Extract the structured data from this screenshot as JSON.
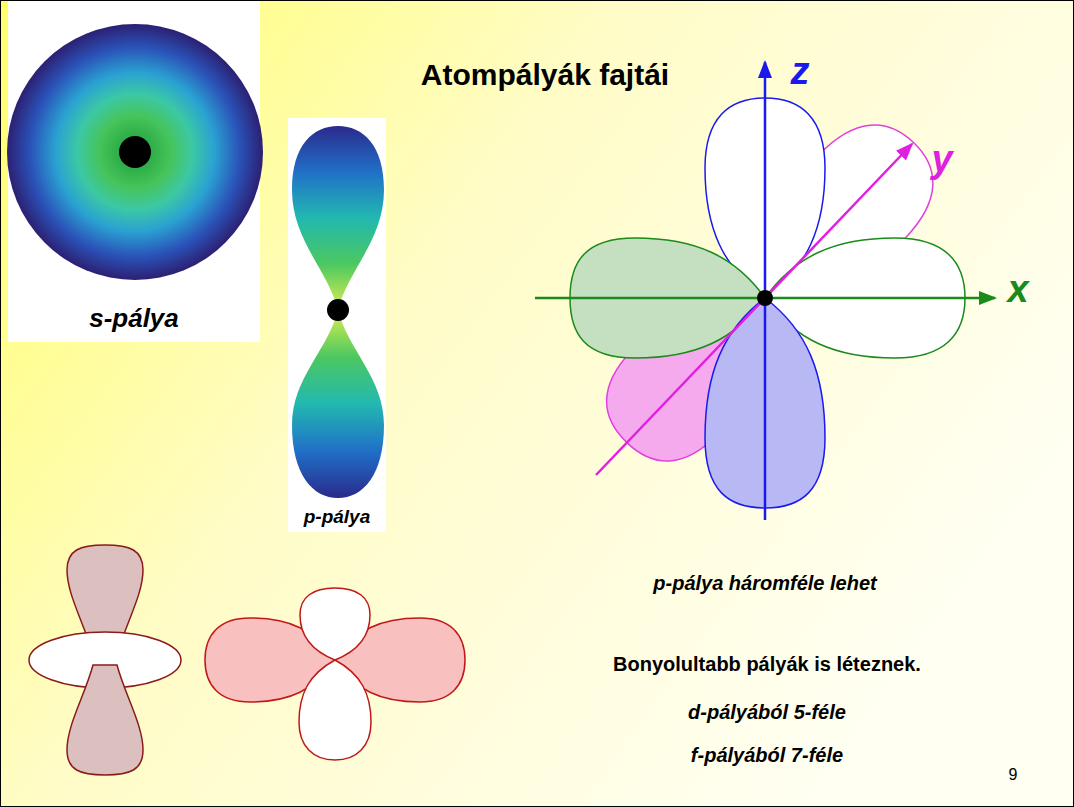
{
  "diagram": {
    "title": "Atompályák fajtái",
    "nodes": [
      {
        "text": [
          "s-pálya"
        ]
      },
      {
        "text": [
          "p-pálya"
        ]
      }
    ],
    "labels": [
      "z",
      "y",
      "x",
      "p-pálya háromféle lehet",
      "Bonyolultabb pályák is léteznek.",
      "d-pályából 5-féle",
      "f-pályából 7-féle",
      "9"
    ]
  }
}
